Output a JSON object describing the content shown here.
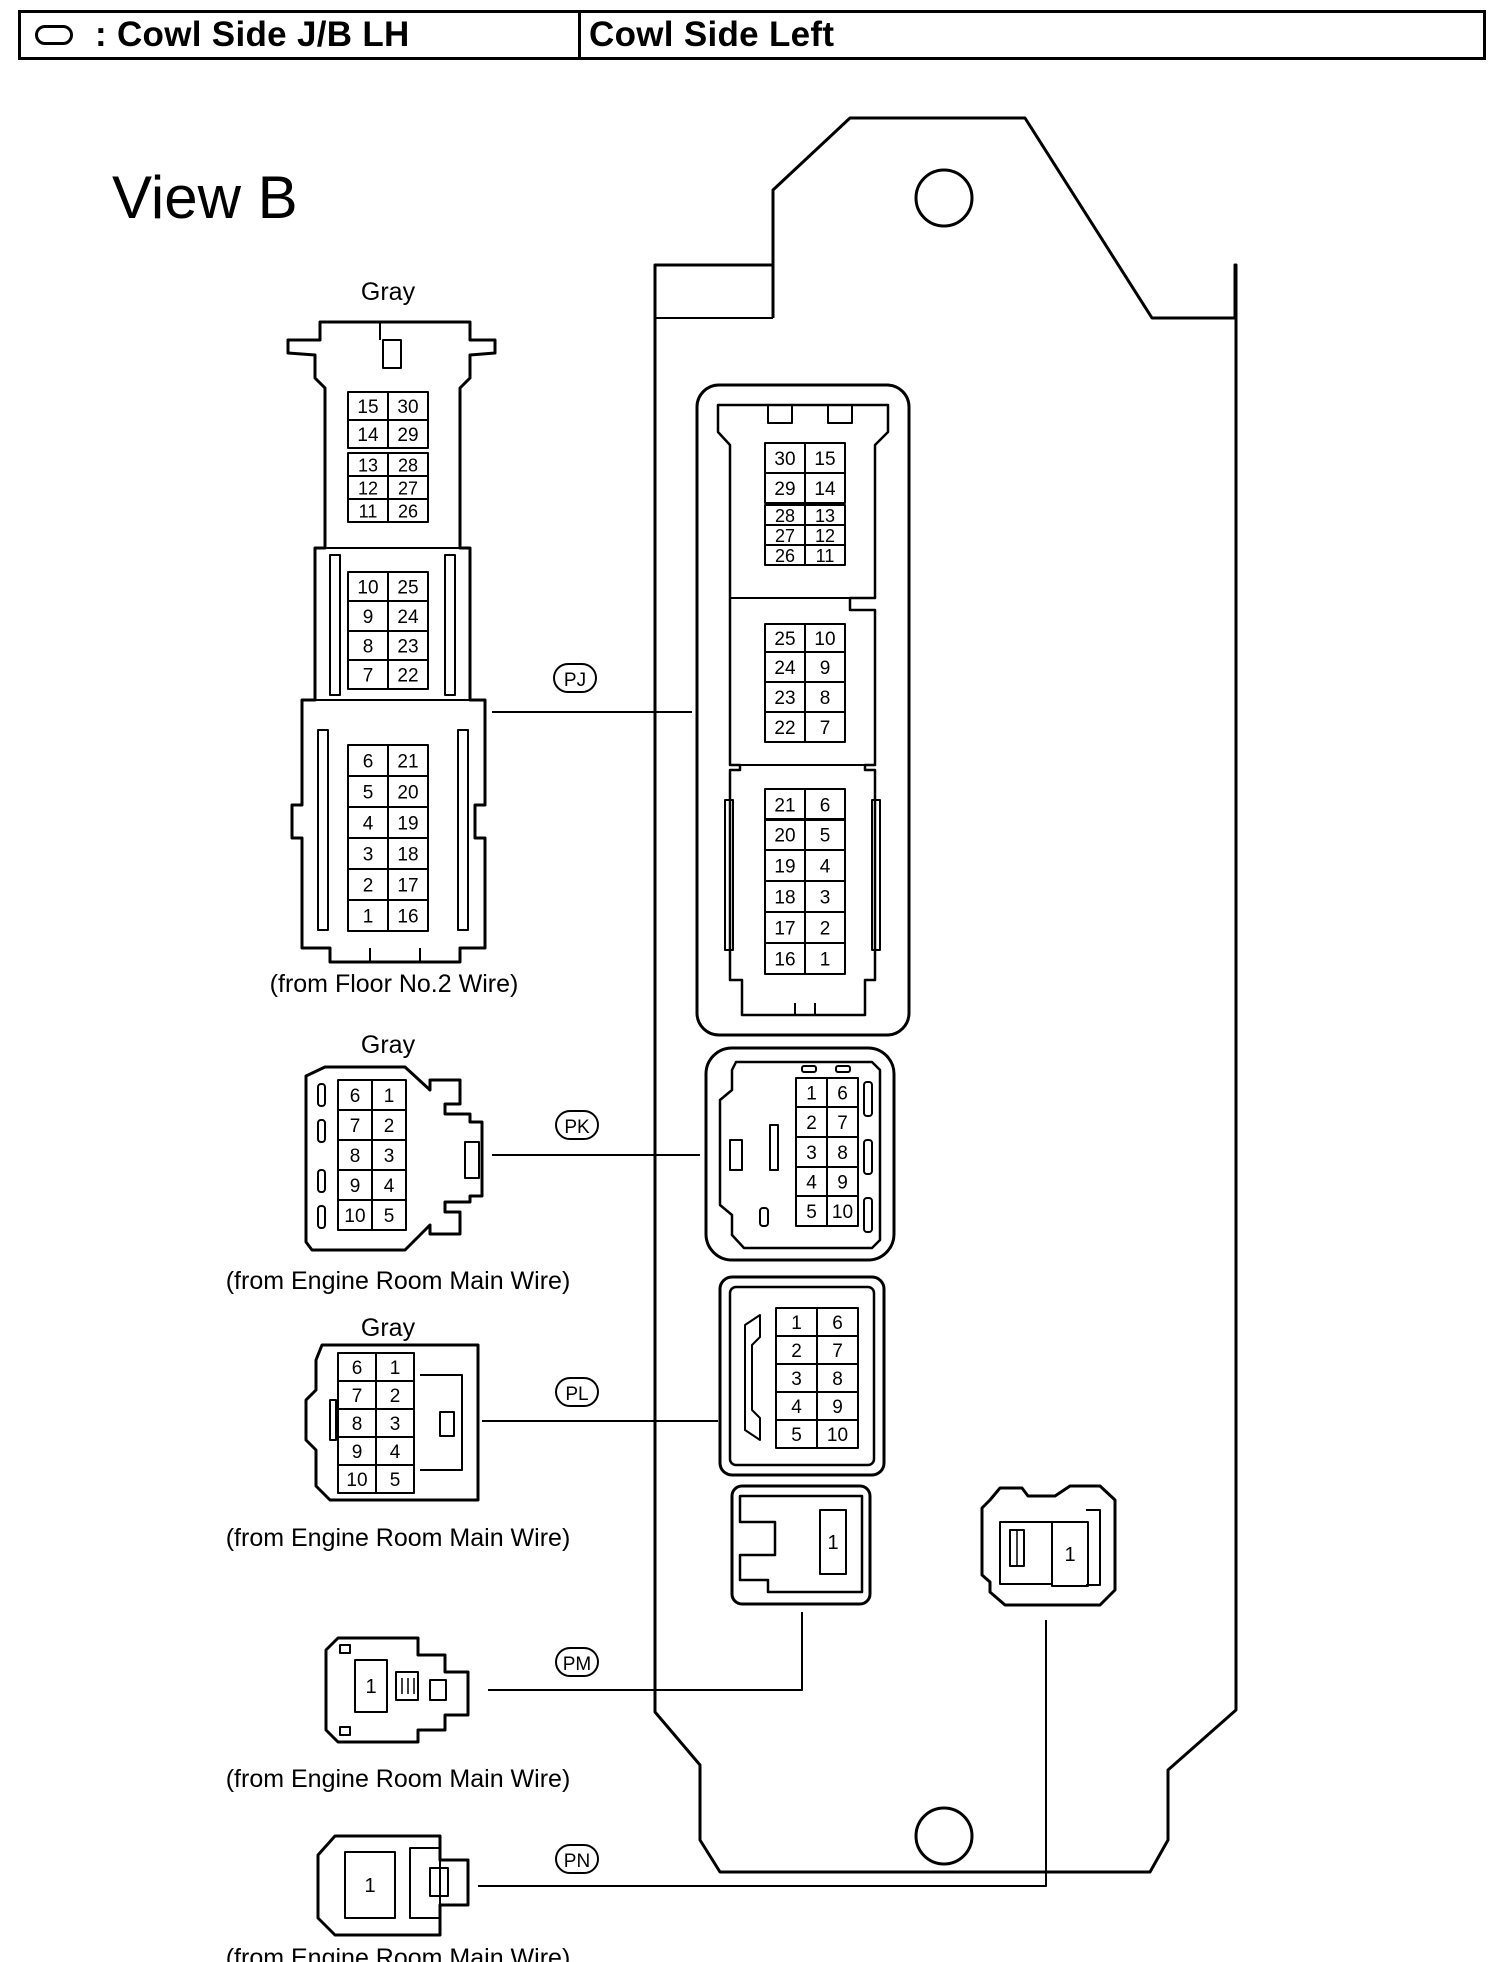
{
  "header": {
    "legend_icon": "oval-icon",
    "title_left": ": Cowl Side J/B LH",
    "title_right": "Cowl Side Left"
  },
  "view_title": "View B",
  "connectors": [
    {
      "code": "PJ",
      "color": "Gray",
      "source": "(from Floor No.2 Wire)",
      "wire_side_pins": [
        [
          "15",
          "30"
        ],
        [
          "14",
          "29"
        ],
        [
          "13",
          "28"
        ],
        [
          "12",
          "27"
        ],
        [
          "11",
          "26"
        ],
        [
          "10",
          "25"
        ],
        [
          "9",
          "24"
        ],
        [
          "8",
          "23"
        ],
        [
          "7",
          "22"
        ],
        [
          "6",
          "21"
        ],
        [
          "5",
          "20"
        ],
        [
          "4",
          "19"
        ],
        [
          "3",
          "18"
        ],
        [
          "2",
          "17"
        ],
        [
          "1",
          "16"
        ]
      ],
      "jb_side_pins": [
        [
          "30",
          "15"
        ],
        [
          "29",
          "14"
        ],
        [
          "28",
          "13"
        ],
        [
          "27",
          "12"
        ],
        [
          "26",
          "11"
        ],
        [
          "25",
          "10"
        ],
        [
          "24",
          "9"
        ],
        [
          "23",
          "8"
        ],
        [
          "22",
          "7"
        ],
        [
          "21",
          "6"
        ],
        [
          "20",
          "5"
        ],
        [
          "19",
          "4"
        ],
        [
          "18",
          "3"
        ],
        [
          "17",
          "2"
        ],
        [
          "16",
          "1"
        ]
      ]
    },
    {
      "code": "PK",
      "color": "Gray",
      "source": "(from Engine Room Main Wire)",
      "wire_side_pins": [
        [
          "6",
          "1"
        ],
        [
          "7",
          "2"
        ],
        [
          "8",
          "3"
        ],
        [
          "9",
          "4"
        ],
        [
          "10",
          "5"
        ]
      ],
      "jb_side_pins": [
        [
          "1",
          "6"
        ],
        [
          "2",
          "7"
        ],
        [
          "3",
          "8"
        ],
        [
          "4",
          "9"
        ],
        [
          "5",
          "10"
        ]
      ]
    },
    {
      "code": "PL",
      "color": "Gray",
      "source": "(from Engine Room Main Wire)",
      "wire_side_pins": [
        [
          "6",
          "1"
        ],
        [
          "7",
          "2"
        ],
        [
          "8",
          "3"
        ],
        [
          "9",
          "4"
        ],
        [
          "10",
          "5"
        ]
      ],
      "jb_side_pins": [
        [
          "1",
          "6"
        ],
        [
          "2",
          "7"
        ],
        [
          "3",
          "8"
        ],
        [
          "4",
          "9"
        ],
        [
          "5",
          "10"
        ]
      ]
    },
    {
      "code": "PM",
      "color": "",
      "source": "(from Engine Room Main Wire)",
      "wire_side_pins": [
        [
          "1"
        ]
      ],
      "jb_side_pins": [
        [
          "1"
        ]
      ]
    },
    {
      "code": "PN",
      "color": "",
      "source": "(from Engine Room Main Wire)",
      "wire_side_pins": [
        [
          "1"
        ]
      ],
      "jb_side_pins": [
        [
          "1"
        ]
      ]
    }
  ]
}
